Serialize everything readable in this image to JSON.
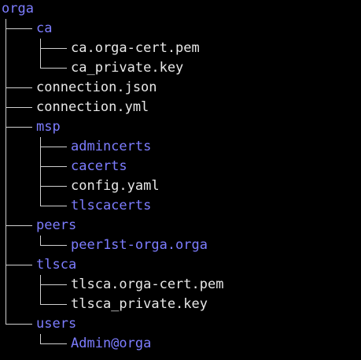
{
  "colors": {
    "background": "#000000",
    "directory": "#7d7dff",
    "file": "#e8e8e8",
    "tree_lines": "#cfcfcf"
  },
  "root": "orga",
  "entries": [
    {
      "name": "ca",
      "type": "directory",
      "depth": 1,
      "last": false
    },
    {
      "name": "ca.orga-cert.pem",
      "type": "file",
      "depth": 2,
      "last": false
    },
    {
      "name": "ca_private.key",
      "type": "file",
      "depth": 2,
      "last": true
    },
    {
      "name": "connection.json",
      "type": "file",
      "depth": 1,
      "last": false
    },
    {
      "name": "connection.yml",
      "type": "file",
      "depth": 1,
      "last": false
    },
    {
      "name": "msp",
      "type": "directory",
      "depth": 1,
      "last": false
    },
    {
      "name": "admincerts",
      "type": "directory",
      "depth": 2,
      "last": false
    },
    {
      "name": "cacerts",
      "type": "directory",
      "depth": 2,
      "last": false
    },
    {
      "name": "config.yaml",
      "type": "file",
      "depth": 2,
      "last": false
    },
    {
      "name": "tlscacerts",
      "type": "directory",
      "depth": 2,
      "last": true
    },
    {
      "name": "peers",
      "type": "directory",
      "depth": 1,
      "last": false
    },
    {
      "name": "peer1st-orga.orga",
      "type": "directory",
      "depth": 2,
      "last": true
    },
    {
      "name": "tlsca",
      "type": "directory",
      "depth": 1,
      "last": false
    },
    {
      "name": "tlsca.orga-cert.pem",
      "type": "file",
      "depth": 2,
      "last": false
    },
    {
      "name": "tlsca_private.key",
      "type": "file",
      "depth": 2,
      "last": true
    },
    {
      "name": "users",
      "type": "directory",
      "depth": 1,
      "last": true
    },
    {
      "name": "Admin@orga",
      "type": "directory",
      "depth": 2,
      "last": true
    }
  ]
}
